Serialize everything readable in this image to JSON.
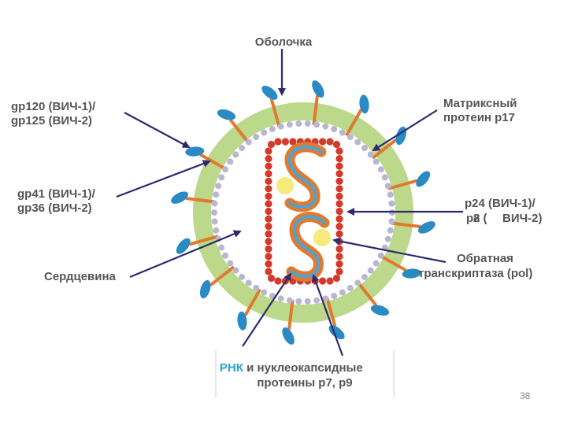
{
  "labels": {
    "envelope": "Оболочка",
    "gp120_line1": "gp120 (ВИЧ-1)/",
    "gp120_line2": "gp125 (ВИЧ-2)",
    "matrix_line1": "Матриксный",
    "matrix_line2": "протеин p17",
    "gp41_line1": "gp41 (ВИЧ-1)/",
    "gp41_line2": "gp36 (ВИЧ-2)",
    "p24_line1": "p24 (ВИЧ-1)/",
    "p24_line2a": "p",
    "p24_line2b": "8",
    "p24_line2c": "2 (",
    "p24_line2d": "ВИЧ-2)",
    "core": "Сердцевина",
    "rt_line1": "Обратная",
    "rt_line2": "транскриптаза (pol)",
    "rna_word": "РНК",
    "rna_rest": " и нуклеокапсидные",
    "rna_line2": "протеины p7, p9"
  },
  "page_number": "38",
  "colors": {
    "membrane_green": "#bcd88a",
    "interior": "#ffffff",
    "spike_orange": "#e07a2e",
    "spike_head_blue": "#2a8ac4",
    "matrix_dot": "#b7b7d3",
    "capsid_red": "#d33a2c",
    "rna_orange": "#e27a2e",
    "rna_blue": "#4ba4d8",
    "rt_yellow": "#f5ea7a",
    "arrow_navy": "#2e2a6e",
    "label_gray": "#555555",
    "rna_word_blue": "#29a3d6",
    "box_border": "#dddddd"
  }
}
